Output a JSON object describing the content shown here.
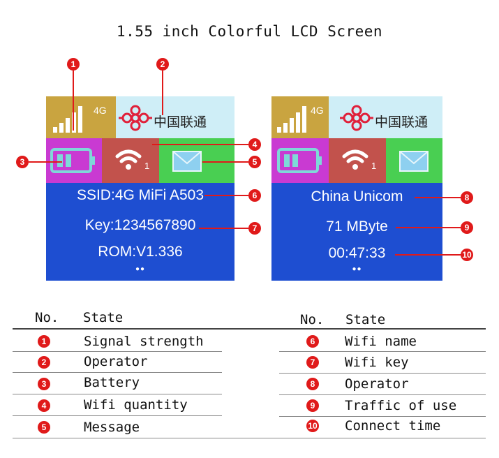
{
  "title": "1.55 inch Colorful LCD Screen",
  "screens": [
    {
      "network": "4G",
      "operator_text": "中国联通",
      "wifi_count": "1",
      "info_lines": [
        "SSID:4G MiFi A503",
        "Key:1234567890",
        "ROM:V1.336"
      ]
    },
    {
      "network": "4G",
      "operator_text": "中国联通",
      "wifi_count": "1",
      "info_lines": [
        "China Unicom",
        "71 MByte",
        "00:47:33"
      ]
    }
  ],
  "badges": [
    "1",
    "2",
    "3",
    "4",
    "5",
    "6",
    "7",
    "8",
    "9",
    "10"
  ],
  "table": {
    "headers": {
      "no": "No.",
      "state": "State"
    },
    "left_rows": [
      {
        "no": "1",
        "state": "Signal strength"
      },
      {
        "no": "2",
        "state": "Operator"
      },
      {
        "no": "3",
        "state": "Battery"
      },
      {
        "no": "4",
        "state": "Wifi quantity"
      },
      {
        "no": "5",
        "state": "Message"
      }
    ],
    "right_rows": [
      {
        "no": "6",
        "state": "Wifi name"
      },
      {
        "no": "7",
        "state": "Wifi key"
      },
      {
        "no": "8",
        "state": "Operator"
      },
      {
        "no": "9",
        "state": "Traffic of use"
      },
      {
        "no": "10",
        "state": "Connect time"
      }
    ]
  },
  "colors": {
    "badge": "#e01a1a",
    "signal_cell": "#c9a440",
    "operator_cell": "#cfeef7",
    "battery_cell": "#c93ad2",
    "wifi_cell": "#c2524c",
    "message_cell": "#49cf52",
    "info_panel": "#1e4ed1"
  }
}
